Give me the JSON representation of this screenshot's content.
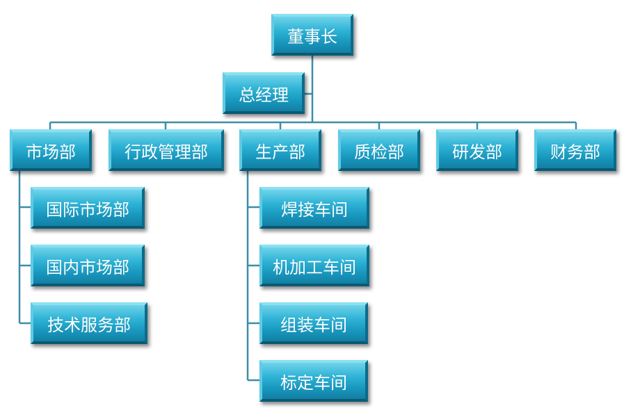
{
  "org_chart": {
    "chairman": "董事长",
    "general_manager": "总经理",
    "departments": {
      "market": "市场部",
      "admin": "行政管理部",
      "production": "生产部",
      "quality": "质检部",
      "rnd": "研发部",
      "finance": "财务部"
    },
    "market_sub": {
      "international": "国际市场部",
      "domestic": "国内市场部",
      "tech_service": "技术服务部"
    },
    "production_sub": {
      "welding": "焊接车间",
      "machining": "机加工车间",
      "assembly": "组装车间",
      "calibration": "标定车间"
    }
  },
  "colors": {
    "box_fill": "#2eb3d6",
    "box_text": "#ffffff",
    "connector": "#3d8da8"
  }
}
